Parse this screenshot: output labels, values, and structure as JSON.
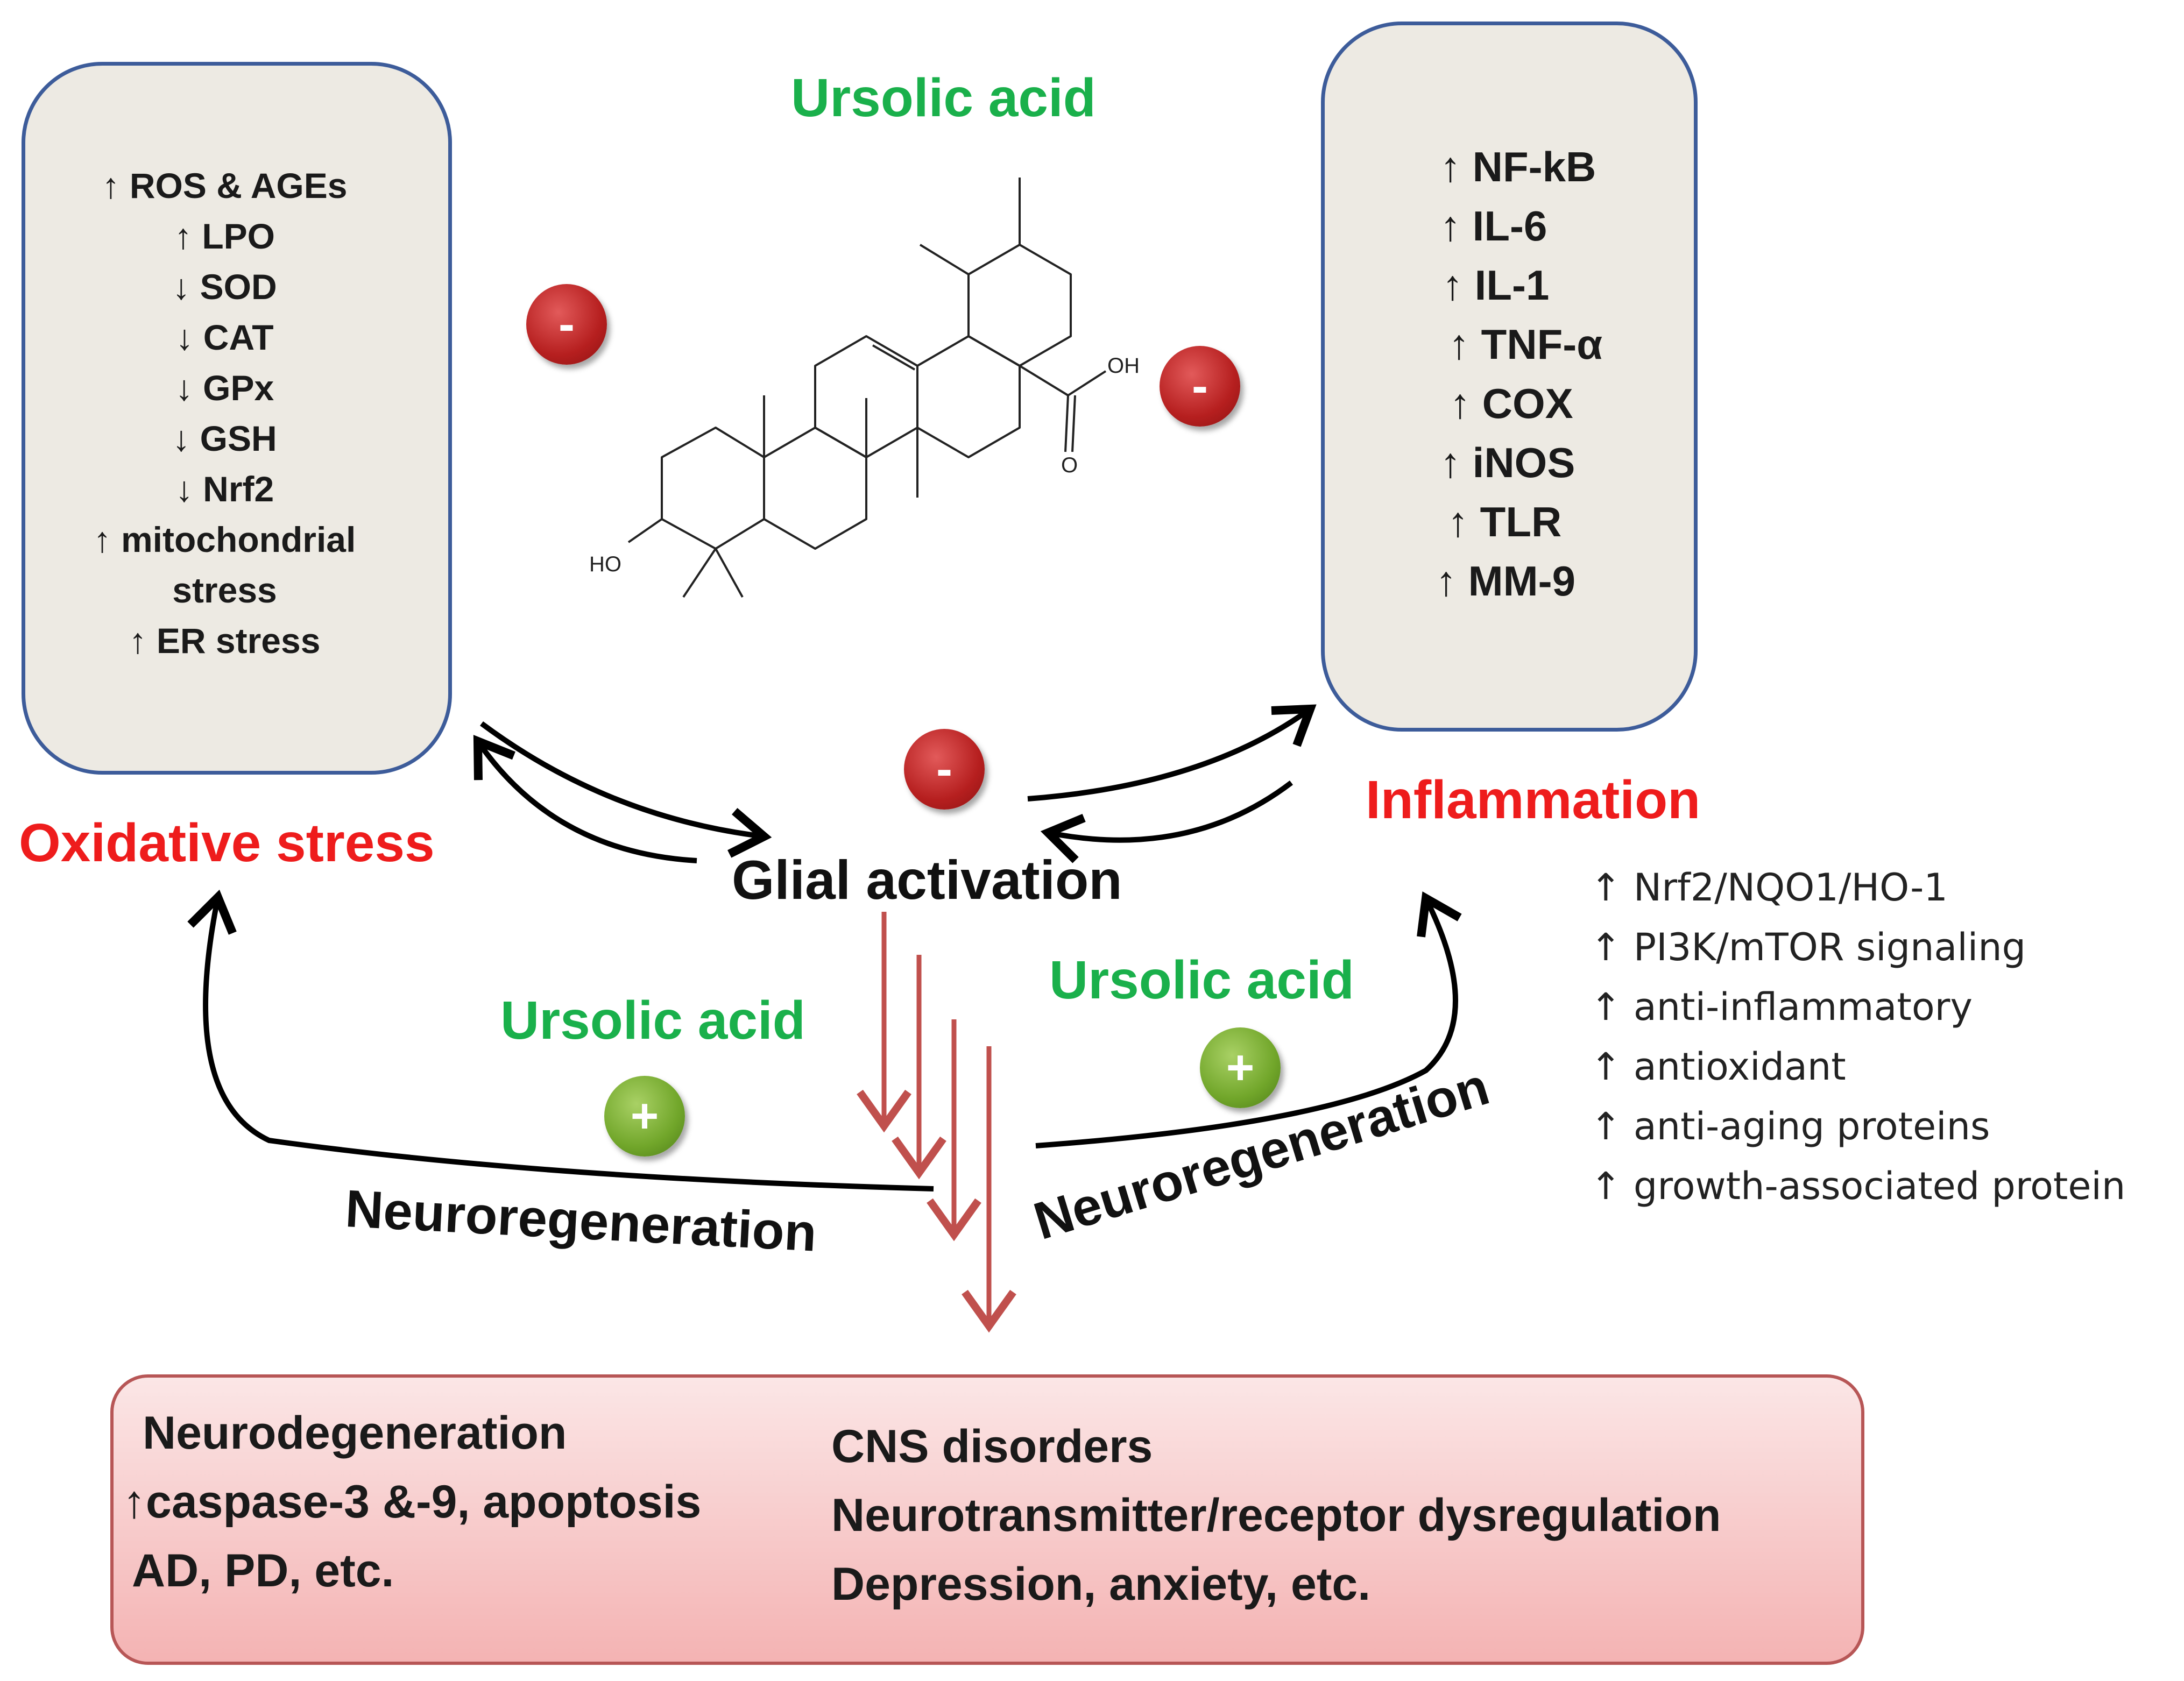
{
  "compound": {
    "name": "Ursolic acid",
    "hydroxyl_label": "HO",
    "acid_oh_label": "OH",
    "acid_o_label": "O"
  },
  "oxidative_stress": {
    "title": "Oxidative stress",
    "items": [
      "↑ ROS & AGEs",
      "↑ LPO",
      "↓ SOD",
      "↓ CAT",
      "↓ GPx",
      "↓ GSH",
      "↓ Nrf2",
      "↑ mitochondrial",
      "stress",
      "↑ ER stress"
    ]
  },
  "inflammation": {
    "title": "Inflammation",
    "items": [
      "↑ NF-kB",
      "↑ IL-6",
      "↑ IL-1",
      "↑ TNF-α",
      "↑ COX",
      "↑ iNOS",
      "↑ TLR",
      "↑ MM-9"
    ]
  },
  "glial": {
    "label": "Glial activation"
  },
  "regeneration": {
    "agent_left": "Ursolic acid",
    "agent_right": "Ursolic acid",
    "label_left": "Neuroregeneration",
    "label_right": "Neuroregeneration"
  },
  "signs": {
    "inhibit": "-",
    "promote": "+"
  },
  "effects": {
    "items": [
      "↑ Nrf2/NQO1/HO-1",
      "↑ PI3K/mTOR signaling",
      "↑ anti-inflammatory",
      "↑ antioxidant",
      "↑ anti-aging proteins",
      "↑ growth-associated protein"
    ]
  },
  "outcome": {
    "left_title": "Neurodegeneration",
    "left_items": [
      "↑caspase-3 &-9, apoptosis",
      "AD, PD, etc."
    ],
    "right_items": [
      "CNS disorders",
      "Neurotransmitter/receptor dysregulation",
      "Depression, anxiety, etc."
    ]
  },
  "colors": {
    "box_fill": "#edeae3",
    "box_border": "#3d5c9a",
    "red_label": "#ee1c1c",
    "green_label": "#1ab04b",
    "red_arrow": "#c0504d",
    "outcome_border": "#b75656"
  }
}
